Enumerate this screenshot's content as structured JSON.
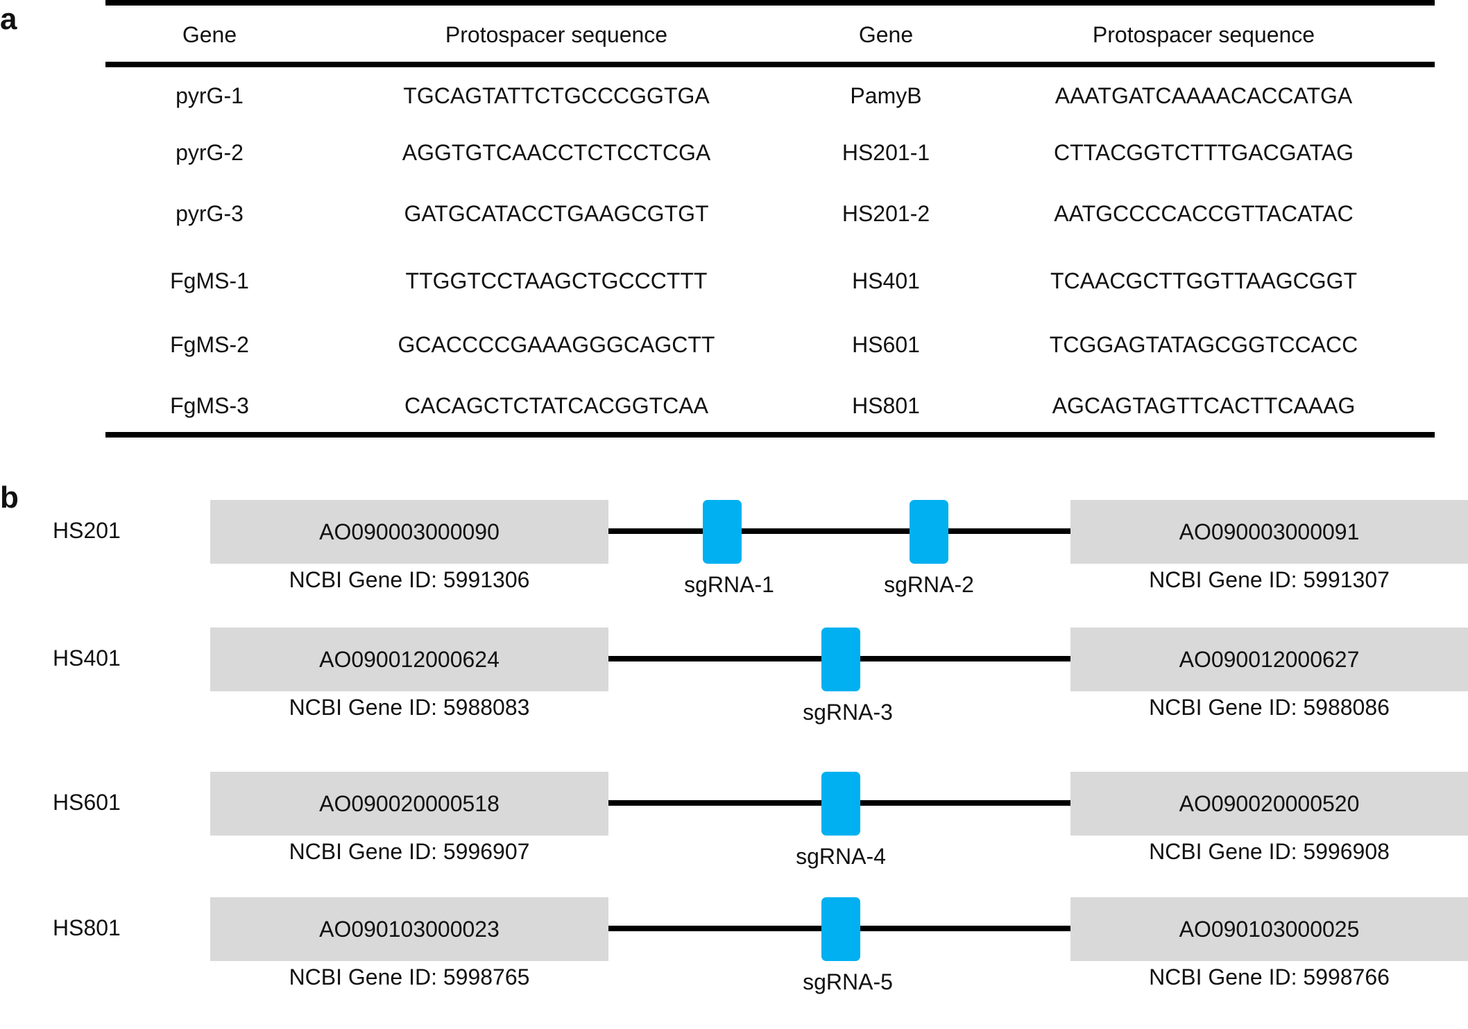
{
  "panel_a": {
    "label": "a",
    "headers": [
      "Gene",
      "Protospacer sequence",
      "Gene",
      "Protospacer sequence"
    ],
    "rows": [
      [
        "pyrG-1",
        "TGCAGTATTCTGCCCGGTGA",
        "PamyB",
        "AAATGATCAAAACACCATGA"
      ],
      [
        "pyrG-2",
        "AGGTGTCAACCTCTCCTCGA",
        "HS201-1",
        "CTTACGGTCTTTGACGATAG"
      ],
      [
        "pyrG-3",
        "GATGCATACCTGAAGCGTGT",
        "HS201-2",
        "AATGCCCCACCGTTACATAC"
      ],
      [
        "FgMS-1",
        "TTGGTCCTAAGCTGCCCTTT",
        "HS401",
        "TCAACGCTTGGTTAAGCGGT"
      ],
      [
        "FgMS-2",
        "GCACCCCGAAAGGGCAGCTT",
        "HS601",
        "TCGGAGTATAGCGGTCCACC"
      ],
      [
        "FgMS-3",
        "CACAGCTCTATCACGGTCAA",
        "HS801",
        "AGCAGTAGTTCACTTCAAAG"
      ]
    ]
  },
  "panel_b": {
    "label": "b",
    "colors": {
      "gene_box": "#d9d9d9",
      "sgrna": "#00b0f0",
      "line": "#000000"
    },
    "loci": [
      {
        "name": "HS201",
        "left_gene": "AO090003000090",
        "left_id": "NCBI Gene ID: 5991306",
        "right_gene": "AO090003000091",
        "right_id": "NCBI Gene ID: 5991307",
        "sgrnas": [
          "sgRNA-1",
          "sgRNA-2"
        ]
      },
      {
        "name": "HS401",
        "left_gene": "AO090012000624",
        "left_id": "NCBI Gene ID: 5988083",
        "right_gene": "AO090012000627",
        "right_id": "NCBI Gene ID: 5988086",
        "sgrnas": [
          "sgRNA-3"
        ]
      },
      {
        "name": "HS601",
        "left_gene": "AO090020000518",
        "left_id": "NCBI Gene ID: 5996907",
        "right_gene": "AO090020000520",
        "right_id": "NCBI Gene ID: 5996908",
        "sgrnas": [
          "sgRNA-4"
        ]
      },
      {
        "name": "HS801",
        "left_gene": "AO090103000023",
        "left_id": "NCBI Gene ID: 5998765",
        "right_gene": "AO090103000025",
        "right_id": "NCBI Gene ID: 5998766",
        "sgrnas": [
          "sgRNA-5"
        ]
      }
    ]
  }
}
